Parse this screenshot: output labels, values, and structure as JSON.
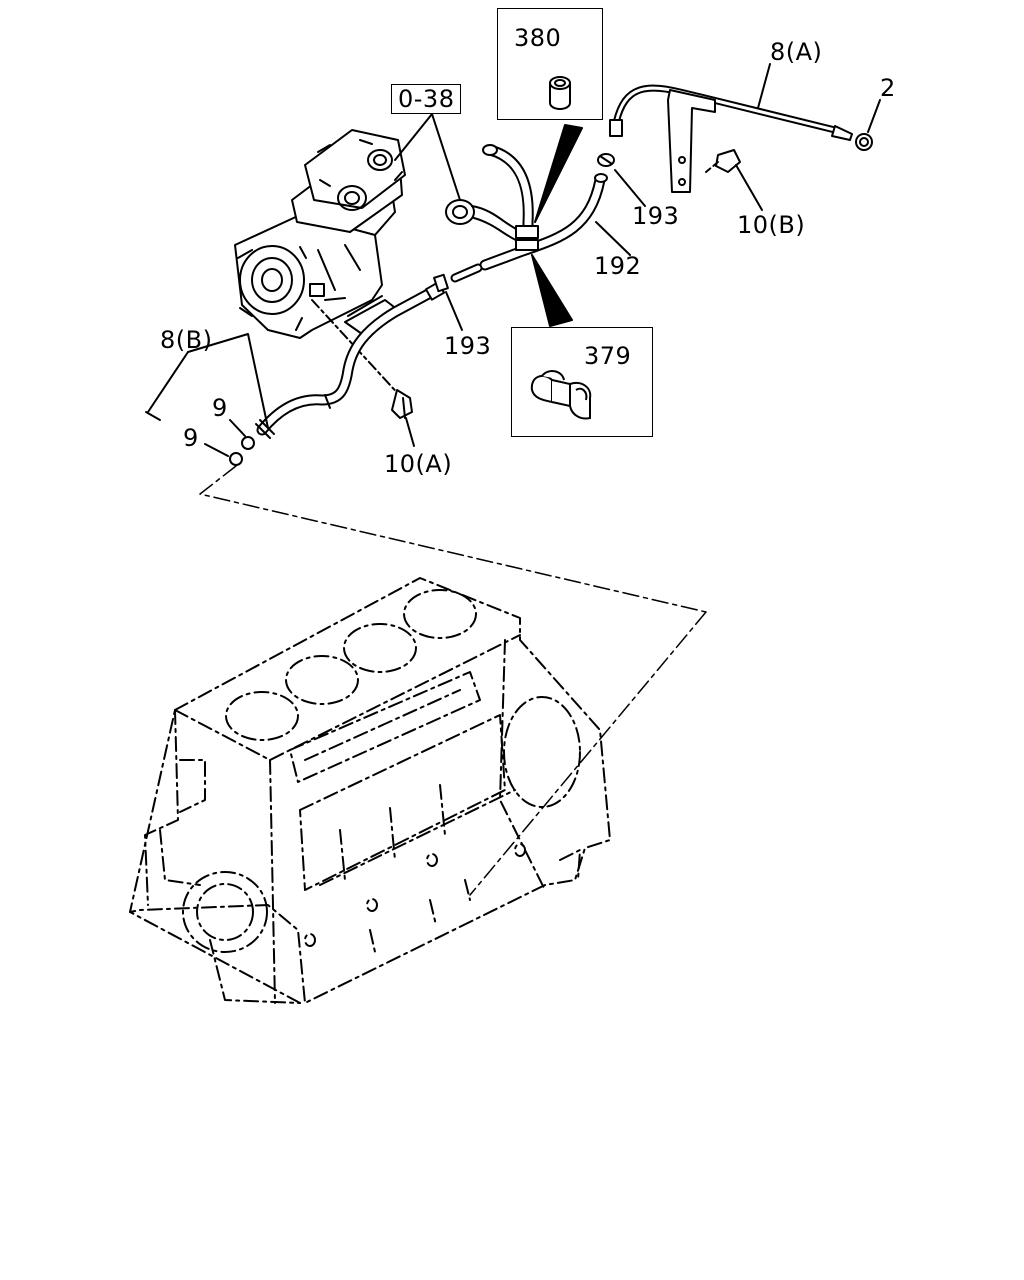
{
  "callouts": {
    "c_0_38": "0-38",
    "c_380": "380",
    "c_8a": "8(A)",
    "c_2": "2",
    "c_193_top": "193",
    "c_10b": "10(B)",
    "c_192": "192",
    "c_193_mid": "193",
    "c_379": "379",
    "c_8b": "8(B)",
    "c_9_upper": "9",
    "c_9_lower": "9",
    "c_10a": "10(A)"
  }
}
